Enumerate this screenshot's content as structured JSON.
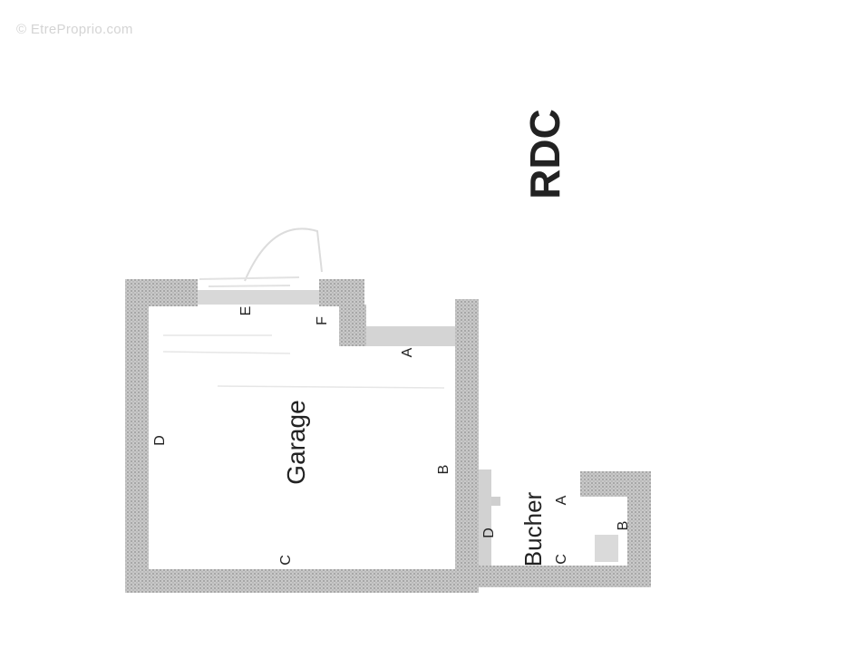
{
  "watermark": "© EtreProprio.com",
  "floor_label": "RDC",
  "rooms": {
    "garage": {
      "name": "Garage",
      "markers": {
        "a": "A",
        "b": "B",
        "c": "C",
        "d": "D",
        "e": "E",
        "f": "F"
      }
    },
    "bucher": {
      "name": "Bucher",
      "markers": {
        "a": "A",
        "b": "B",
        "c": "C",
        "d": "D"
      }
    }
  },
  "colors": {
    "wall": "#bdbdbd",
    "wall_edge": "#8a8a8a",
    "text": "#222222",
    "faint": "#dcdcdc"
  }
}
